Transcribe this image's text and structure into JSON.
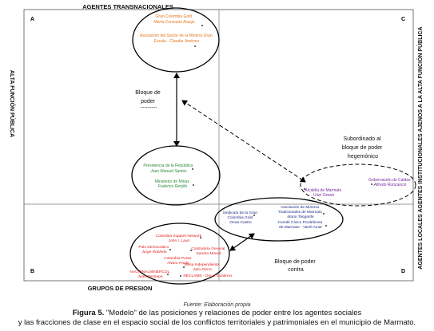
{
  "axes": {
    "top": "AGENTES TRANSNACIONALES",
    "bottom": "GRUPOS DE PRESION",
    "left": "ALTA FUNCIÓN PÚBLICA",
    "right_top": "AGENTES INSTITUCIONALES AJENOS A LA ALTA FUNCIÓN PÚBLICA",
    "right_bottom": "AGENTES LOCALES"
  },
  "quadrants": {
    "a": "A",
    "b": "B",
    "c": "C",
    "d": "D"
  },
  "bloque_de_poder": [
    "Bloque de",
    "poder",
    "---------"
  ],
  "subordinado": [
    "Subordinado al",
    "bloque de poder",
    "hegemónico"
  ],
  "bloque_contra": [
    "Bloque de poder",
    "contra"
  ],
  "colors": {
    "orange": "#e8761c",
    "green": "#2e8b3e",
    "purple": "#7a2aa0",
    "navy": "#1b2a8a",
    "red": "#e01b1b"
  },
  "agents": {
    "gran_colombia": [
      "Gran Colombia Gold",
      "María Consuelo Araujo"
    ],
    "asociacion_sector": [
      "Asociación del Sector de la Minería Gran",
      "Escala - Claudia Jiménez"
    ],
    "presidencia": [
      "Presidencia de la República",
      "Juan Manuel Santos"
    ],
    "ministerio": [
      "Ministerio de Minas",
      "Federico Renjifo"
    ],
    "alcaldia": [
      "Alcaldía de Marmato",
      "Uriel Ozorio"
    ],
    "gobernacion": [
      "Gobernación de Caldas",
      "Alfredo Roncancio"
    ],
    "sindicato": [
      "Sindicato de la Gran",
      "Colombia Gold",
      "Omar Castro"
    ],
    "asociacion_mineros": [
      "Asociación de Mineros",
      "Tradicionales de Marmato",
      "Mario Tangarife"
    ],
    "comite": [
      "Comité Cívico Prodefensa",
      "de Marmato - Yamil Amar"
    ],
    "colombia_support": [
      "Colombia Support Network",
      "John I. Laun"
    ],
    "polo": [
      "Polo Democrático",
      "Jorge Robledo"
    ],
    "contraloria": [
      "Contraloría General",
      "Sandra Morelli"
    ],
    "colombia_punto": [
      "Colombia Punto",
      "Álvaro Pardo"
    ],
    "nacional_minero": [
      "NACIONALMINERCOL",
      "Juan Restrepo"
    ],
    "mesa_independiente": [
      "Mesa Independiente",
      "Julio Fierro"
    ],
    "reclame": [
      "RECLAME - Oscar Gutiérrez"
    ]
  },
  "source": "Fuente: Elaboración propia",
  "caption": {
    "label": "Figura 5.",
    "line1": "\"Modelo\" de las posiciones y relaciones de poder entre los agentes sociales",
    "line2": "y las fracciones de clase en el espacio social de los conflictos territoriales y patrimoniales en el municipio de Marmato."
  }
}
